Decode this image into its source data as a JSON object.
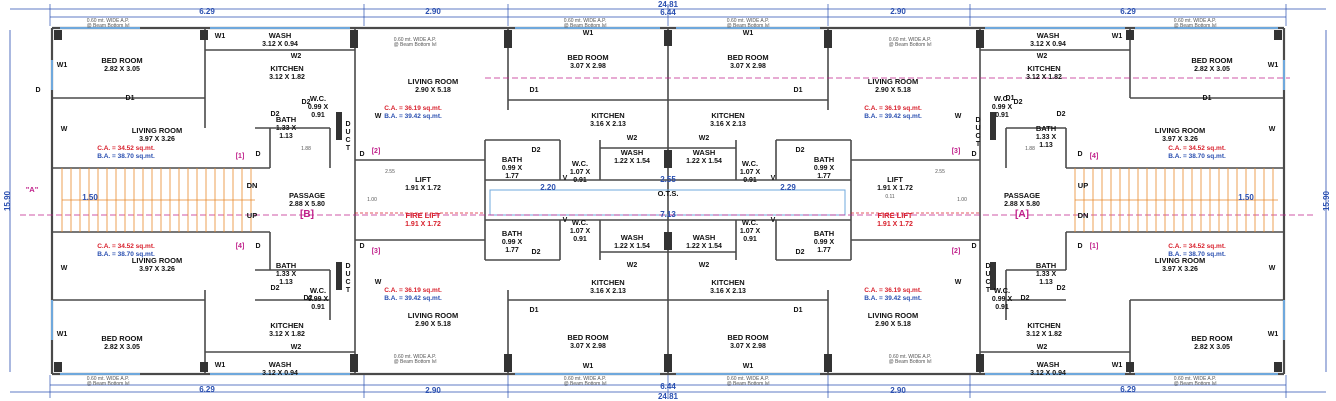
{
  "colors": {
    "wall": "#4a4a4a",
    "dimension": "#2a4fb0",
    "carpet_area": "#d8202c",
    "builtup_area": "#2a4fb0",
    "stair": "#e8892a",
    "fire": "#d8202c",
    "marker": "#c0208a",
    "window": "#6fa8dc"
  },
  "dimensions": {
    "top": [
      "6.29",
      "2.90",
      "24.81",
      "6.44",
      "2.90",
      "6.29"
    ],
    "bottom": [
      "6.29",
      "2.90",
      "6.44",
      "24.81",
      "2.90",
      "6.29"
    ],
    "side": "15.90",
    "ots_width": "2.55",
    "ots_length": "7.13",
    "bath_gap_left": "2.20",
    "bath_gap_right": "2.29",
    "stair_left": "1.50",
    "stair_right": "1.50",
    "passage_dim": "2.55",
    "passage_width": "1.00",
    "lift_gap": "0.11",
    "misc_dim": "1.88"
  },
  "note_ap": "0.60 mt. WIDE A.P.",
  "note_beam": "@ Beam Bottom lvl",
  "rooms": {
    "bed_a": {
      "name": "BED ROOM",
      "dim": "2.82 X 3.05"
    },
    "bed_b": {
      "name": "BED ROOM",
      "dim": "3.07 X 2.98"
    },
    "wash_a": {
      "name": "WASH",
      "dim": "3.12 X 0.94"
    },
    "wash_b": {
      "name": "WASH",
      "dim": "1.22 X 1.54"
    },
    "kitchen_a": {
      "name": "KITCHEN",
      "dim": "3.12 X 1.82"
    },
    "kitchen_b": {
      "name": "KITCHEN",
      "dim": "3.16 X 2.13"
    },
    "living_a": {
      "name": "LIVING ROOM",
      "dim": "3.97 X 3.26"
    },
    "living_b": {
      "name": "LIVING ROOM",
      "dim": "2.90 X 5.18"
    },
    "wc_a": {
      "name": "W.C.",
      "dim": "0.99 X",
      "dim2": "0.91"
    },
    "wc_b": {
      "name": "W.C.",
      "dim": "1.07 X",
      "dim2": "0.91"
    },
    "bath_a": {
      "name": "BATH",
      "dim": "1.33 X",
      "dim2": "1.13"
    },
    "bath_b": {
      "name": "BATH",
      "dim": "0.99 X",
      "dim2": "1.77"
    },
    "passage_b": {
      "name": "PASSAGE",
      "dim": "2.88 X 5.80",
      "tag": "[B]"
    },
    "passage_a": {
      "name": "PASSAGE",
      "dim": "2.88 X 5.80",
      "tag": "[A]"
    },
    "lift": {
      "name": "LIFT",
      "dim": "1.91 X 1.72"
    },
    "fire_lift": {
      "name": "FIRE LIFT",
      "dim": "1.91 X 1.72"
    },
    "ots": {
      "name": "O.T.S."
    },
    "duct": [
      "D",
      "U",
      "C",
      "T"
    ]
  },
  "areas": {
    "ca_a": "C.A. = 34.52 sq.mt.",
    "ba_a": "B.A. = 38.70 sq.mt.",
    "ca_b": "C.A. = 36.19 sq.mt.",
    "ba_b": "B.A. = 39.42 sq.mt."
  },
  "flat_tags": [
    "[1]",
    "[2]",
    "[3]",
    "[4]"
  ],
  "stair": {
    "up": "UP",
    "dn": "DN"
  },
  "section_marker": "\"A\"",
  "openings": [
    "W",
    "W1",
    "W2",
    "D",
    "D1",
    "D2",
    "V"
  ]
}
